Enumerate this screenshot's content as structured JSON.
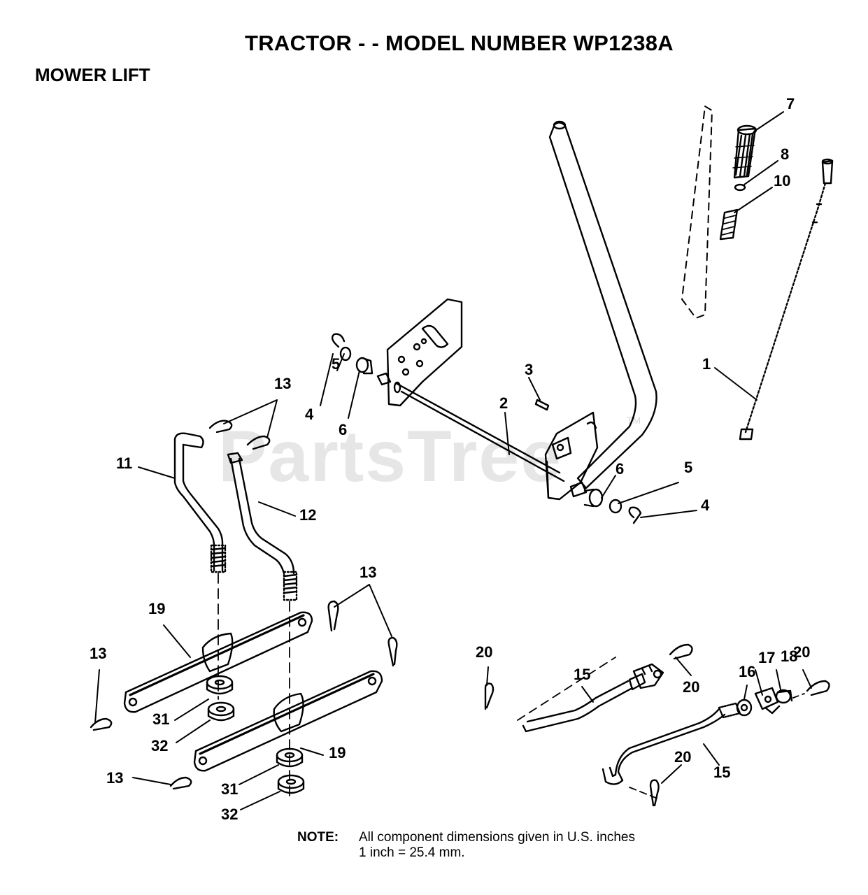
{
  "title": "TRACTOR - - MODEL NUMBER WP1238A",
  "section": "MOWER LIFT",
  "watermark": "PartsTree",
  "watermark_tm": "TM",
  "note": {
    "label": "NOTE:",
    "line1": "All component dimensions given in U.S. inches",
    "line2": "1 inch = 25.4 mm."
  },
  "callouts": {
    "c7": "7",
    "c8": "8",
    "c10": "10",
    "c1": "1",
    "c5a": "5",
    "c4a": "4",
    "c6a": "6",
    "c3": "3",
    "c2": "2",
    "c6b": "6",
    "c5b": "5",
    "c4b": "4",
    "c13a": "13",
    "c11": "11",
    "c12": "12",
    "c13b": "13",
    "c19a": "19",
    "c13c": "13",
    "c31a": "31",
    "c32a": "32",
    "c19b": "19",
    "c13d": "13",
    "c31b": "31",
    "c32b": "32",
    "c20a": "20",
    "c15a": "15",
    "c20b": "20",
    "c16": "16",
    "c17": "17",
    "c18": "18",
    "c20c": "20",
    "c20d": "20",
    "c15b": "15"
  }
}
